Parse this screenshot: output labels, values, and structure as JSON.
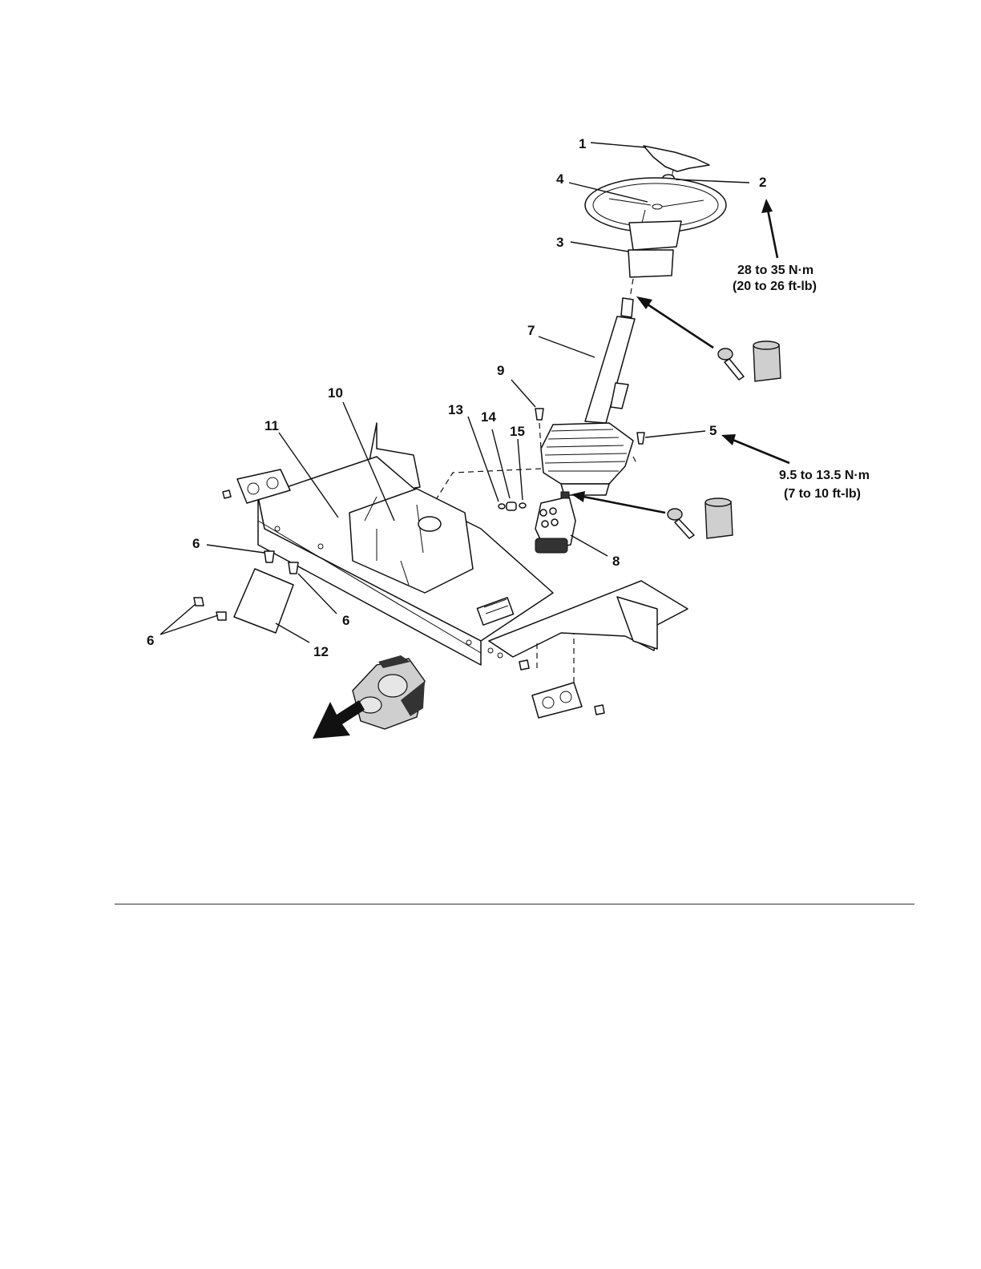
{
  "callouts": {
    "c1": "1",
    "c2": "2",
    "c3": "3",
    "c4": "4",
    "c5": "5",
    "c6a": "6",
    "c6b": "6",
    "c6c": "6",
    "c7": "7",
    "c8": "8",
    "c9": "9",
    "c10": "10",
    "c11": "11",
    "c12": "12",
    "c13": "13",
    "c14": "14",
    "c15": "15"
  },
  "torque": {
    "wheel_nut_metric": "28 to 35 N·m",
    "wheel_nut_imperial": "(20 to 26 ft-lb)",
    "mount_bolt_metric": "9.5 to 13.5 N·m",
    "mount_bolt_imperial": "(7 to 10 ft-lb)"
  },
  "icons": [
    "grease-gun-icon",
    "lubricant-container-icon",
    "front-direction-arrow-icon",
    "operator-seat-icon"
  ]
}
